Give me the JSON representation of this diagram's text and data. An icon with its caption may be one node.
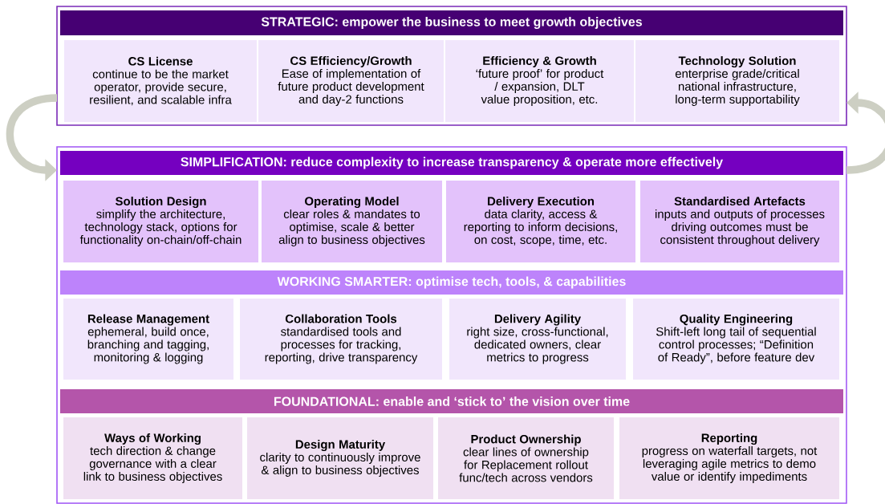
{
  "diagram": {
    "nodes": [
      {
        "text": [],
        "shape": "box"
      },
      {
        "text": [
          "STRATEGIC: empower the business to meet growth objectives"
        ],
        "in": 0
      },
      {
        "text": [
          "CS License",
          "continue to be the market operator, provide secure, resilient, and scalable infra"
        ],
        "in": 0
      },
      {
        "text": [
          "CS Efficiency/Growth",
          "Ease of implementation of future product development and day-2 functions"
        ],
        "in": 0
      },
      {
        "text": [
          "Efficiency & Growth",
          "‘future proof’ for product / expansion, DLT value proposition, etc."
        ],
        "in": 0
      },
      {
        "text": [
          "Technology Solution",
          "enterprise grade/critical national infrastructure, long-term supportability"
        ],
        "in": 0
      },
      {
        "text": [],
        "shape": "box"
      },
      {
        "text": [
          "SIMPLIFICATION: reduce complexity to increase transparency & operate more effectively"
        ],
        "in": 6
      },
      {
        "text": [
          "Solution Design",
          "simplify the architecture, technology stack, options for functionality on-chain/off-chain"
        ],
        "in": 6
      },
      {
        "text": [
          "Operating Model",
          "clear roles & mandates to optimise, scale & better align to business objectives"
        ],
        "in": 6
      },
      {
        "text": [
          "Delivery Execution",
          "data clarity, access & reporting to inform decisions, on cost, scope, time, etc."
        ],
        "in": 6
      },
      {
        "text": [
          "Standardised Artefacts",
          "inputs and outputs of processes driving outcomes must be consistent throughout delivery"
        ],
        "in": 6
      },
      {
        "text": [
          "WORKING SMARTER: optimise tech, tools, & capabilities"
        ],
        "in": 6
      },
      {
        "text": [
          "Release Management",
          "ephemeral, build once, branching and tagging, monitoring & logging"
        ],
        "in": 6
      },
      {
        "text": [
          "Collaboration Tools",
          "standardised tools and processes for tracking, reporting, drive transparency"
        ],
        "in": 6
      },
      {
        "text": [
          "Delivery Agility",
          "right size, cross-functional, dedicated owners, clear metrics to progress"
        ],
        "in": 6
      },
      {
        "text": [
          "Quality Engineering",
          "Shift-left long tail of sequential control processes; “Definition of Ready”, before feature dev"
        ],
        "in": 6
      },
      {
        "text": [
          "FOUNDATIONAL: enable and ‘stick to’ the vision over time"
        ],
        "in": 6
      },
      {
        "text": [
          "Ways of Working",
          "tech direction & change governance with a clear link to business objectives"
        ],
        "in": 6
      },
      {
        "text": [
          "Design Maturity",
          "clarity to continuously improve & align to business objectives"
        ],
        "in": 6
      },
      {
        "text": [
          "Product Ownership",
          "clear lines of ownership for Replacement rollout func/tech across vendors"
        ],
        "in": 6
      },
      {
        "text": [
          "Reporting",
          "progress on waterfall targets, not leveraging agile metrics to demo value or identify impediments"
        ],
        "in": 6
      }
    ],
    "edges": [
      {
        "from": 0,
        "to": 6,
        "arrow": "to"
      },
      {
        "from": 6,
        "to": 0,
        "arrow": "to"
      }
    ]
  }
}
